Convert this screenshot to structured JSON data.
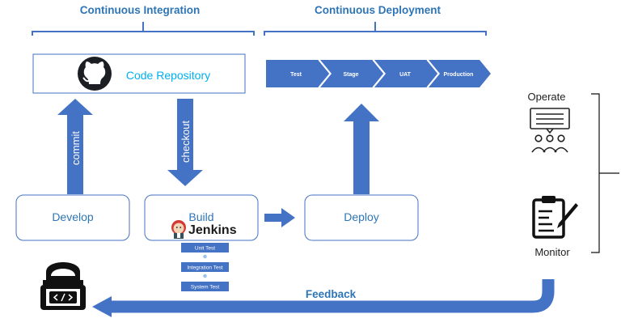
{
  "colors": {
    "accent": "#4472C4",
    "text_blue": "#2E75B6",
    "box_border": "#4472C4",
    "dark": "#111111",
    "cyan": "#00B0F0"
  },
  "phases": {
    "ci_label": "Continuous Integration",
    "cd_label": "Continuous Deployment"
  },
  "repo": {
    "label": "Code Repository",
    "icon": "github-icon"
  },
  "pipeline_stages": [
    "Test",
    "Stage",
    "UAT",
    "Production"
  ],
  "arrows": {
    "commit": "commit",
    "checkout": "checkout",
    "feedback": "Feedback"
  },
  "boxes": {
    "develop": "Develop",
    "build": "Build",
    "deploy": "Deploy"
  },
  "jenkins": {
    "name": "Jenkins",
    "icon": "jenkins-icon"
  },
  "tests": [
    "Unit Test",
    "Integration Test",
    "System Test"
  ],
  "side": {
    "operate": "Operate",
    "monitor": "Monitor"
  },
  "icons": [
    "github-icon",
    "jenkins-icon",
    "developer-icon",
    "presentation-icon",
    "clipboard-icon"
  ]
}
